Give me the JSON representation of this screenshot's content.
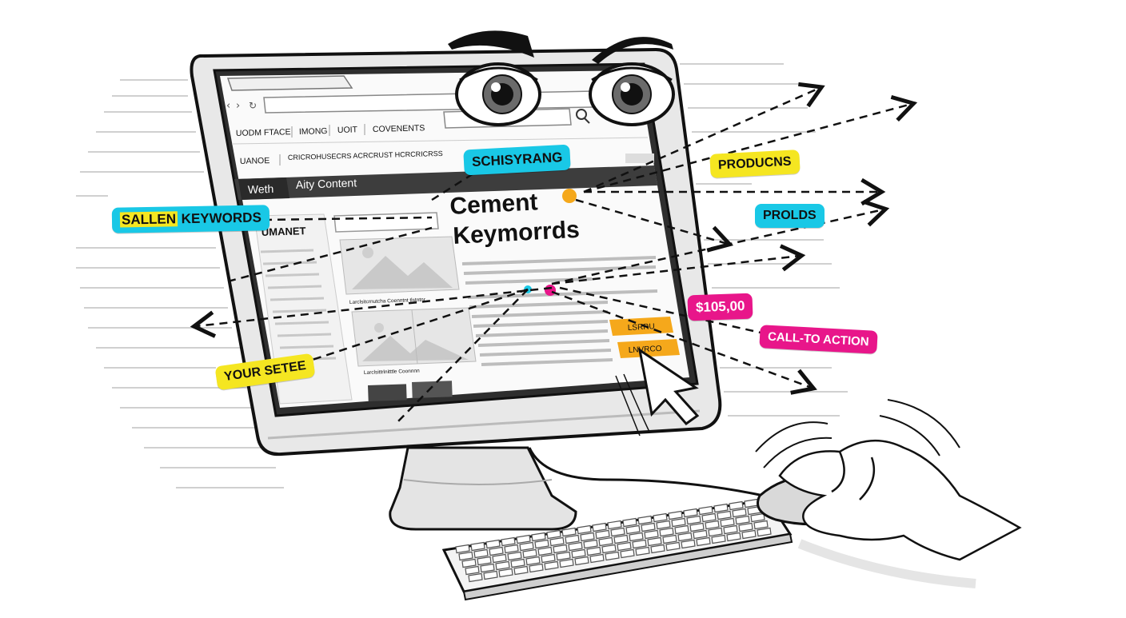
{
  "colors": {
    "cyan": "#19c8e6",
    "yellow": "#f5e621",
    "magenta": "#e8168a",
    "orange": "#f5a81b",
    "ink": "#111111",
    "screen_dark": "#3a3a3a",
    "monitor_gray": "#e6e6e6"
  },
  "browser": {
    "nav_items": [
      "UODM FTACE",
      "IMONG",
      "UOIT",
      "COVENENTS"
    ],
    "sub_label": "UANOE",
    "sub_links": "CRICROHUSECRS ACRCRUST HCRCRICRSS",
    "tab_dark": "Weth",
    "tab_content": "Aity Content",
    "sidebar_label": "UMANET",
    "headline_line1": "Cement",
    "headline_line2": "Keymorrds",
    "card1_caption": "Larclsitcrnutcha Coenntnt tlstntnr",
    "card2_caption": "Larclsittrlnitttle Coonnnn",
    "cta_button_1": "LSRRU",
    "cta_button_2": "LNVRCO"
  },
  "callouts": {
    "salien_keywords": {
      "highlight": "SALLEN",
      "rest": " KEYWORDS"
    },
    "schisyrang": "SCHISYRANG",
    "producns": "PRODUCNS",
    "prolds": "PROLDS",
    "price": "$105,00",
    "call_to_action": "CALL-TO ACTION",
    "your_setee": "YOUR SETEE"
  },
  "icons": [
    "eyes-icon",
    "eyebrow-icon",
    "search-icon",
    "back-icon",
    "forward-icon",
    "refresh-icon",
    "cursor-icon",
    "hand-icon",
    "mouse-icon",
    "keyboard-icon",
    "image-placeholder-icon"
  ]
}
